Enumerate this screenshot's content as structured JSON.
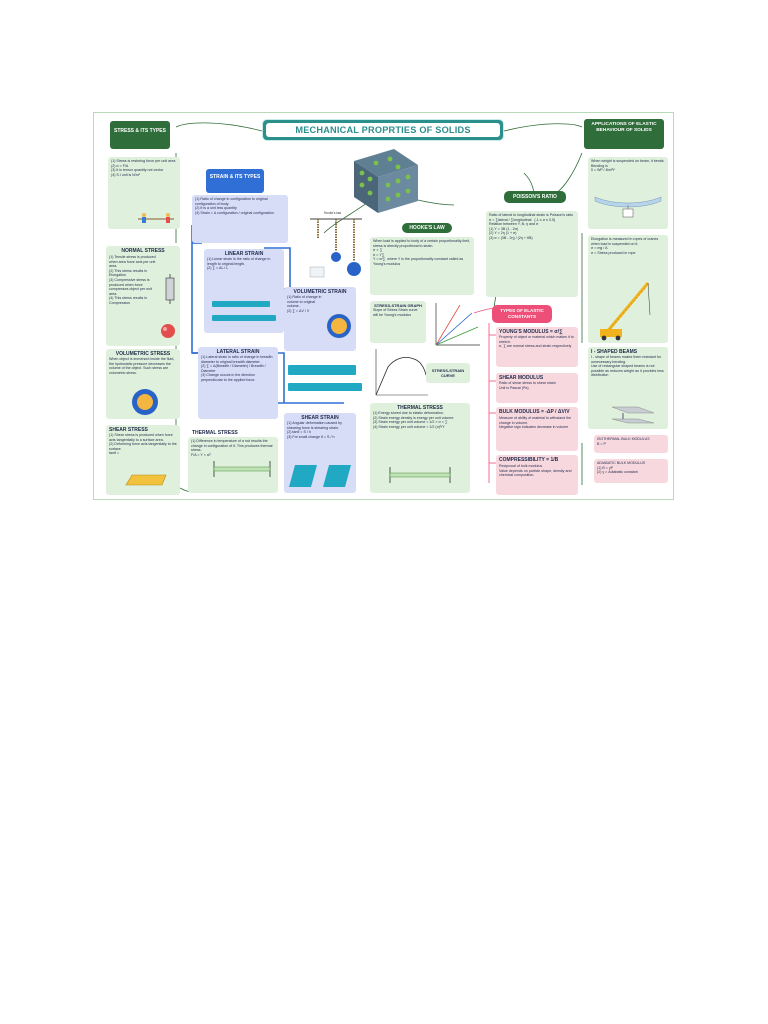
{
  "title": "MECHANICAL PROPRTIES OF SOLIDS",
  "stress_types": {
    "header": "STRESS & ITS TYPES",
    "text": "(1) Stress is restoring force per unit area\n(2) σ = F/A\n(3) It is tensor quantity not vector\n(4) S.I unit is N/m²"
  },
  "normal_stress": {
    "header": "NORMAL STRESS",
    "text": "(1) Tensile stress is produced when area force acts per unit area.\n(2) This stress results in Elongation\n(3) Compressive stress is produced when force compresses object per unit area.\n(4) This stress results in Compression"
  },
  "volumetric_stress": {
    "header": "VOLUMETRIC STRESS",
    "text": "When object is immersed inside the fluid, the hydrostatic pressure decreases the volume of the object. Such stress are volumetric stress."
  },
  "shear_stress": {
    "header": "SHEAR STRESS",
    "text": "(1) Shear stress is produced when force acts tangentially to a surface area.\n(2) Deforming force acts tangentially to the surface\ntanθ = "
  },
  "strain_types": {
    "header": "STRAIN & ITS TYPES",
    "text": "(1) Ratio of change in configuration to original configuration of body.\n(2) It is a unit less quantity\n(3) Strain = Δ configuration / original configuration"
  },
  "linear_strain": {
    "header": "LINEAR STRAIN",
    "text": "(1) Linear strain is the ratio of change in length to original length.\n(2) ∑ = ΔL / L"
  },
  "lateral_strain": {
    "header": "LATERAL STRAIN",
    "text": "(1) Lateral strain is ratio of change in breadth diameter to original breadth diameter.\n(2) ∑ = Δ(Breadth / Diameter) / Breadth / Diameter\n(3) Change occurs in the direction perpendicular to the applied force."
  },
  "volumetric_strain": {
    "header": "VOLUMETRIC STRAIN",
    "text": "(1) Ratio of change in volume to original volume.\n(2) ∑ = ΔV / V"
  },
  "shear_strain": {
    "header": "SHEAR STRAIN",
    "text": "(1) Angular deformation caused by shearing force is shearing strain.\n(2) tanθ = S / h\n(3) For small change θ = S / h"
  },
  "thermal_stress": {
    "header": "THERMAL STRESS",
    "text": "(1) Difference in temperature of a rod results the change in configuration of it. This produces thermal stress.\nF/A = Y × αT"
  },
  "thermal_stress_2": {
    "header": "THERMAL STRESS",
    "text": "(1) Energy stored due to elastic deformation.\n(2) Strain energy density is energy per unit volume.\n(3) Strain energy per unit volume = 1/2 × σ × ∑\n(4) Strain energy per unit volume = 1/2 (σ)²/Y"
  },
  "hookes_law": {
    "header": "HOOKE'S LAW",
    "caption": "Hooke's law",
    "text": "When load is applied to body of a certain proportionality limit, stress is directly proportional to strain.\nσ ∝ ∑\nσ = Y∑\nY = σ/∑  where Y is the proportionality constant called as Young's modulus"
  },
  "stress_strain_graph": {
    "header": "STRESS-STRAIN GRAPH",
    "text": "Slope of Stress Strain curve will be Young's modulus"
  },
  "stress_strain_curve": {
    "header": "STRESS-STRAIN CURVE"
  },
  "poissons_ratio": {
    "header": "POISSON'S RATIO",
    "text": "Ratio of lateral to longitudinal strain is Poisson's ratio\nσ = ∑lateral / ∑longitudinal   (-1 ≤ σ ≤ 0.5)\nRelation between Y, B, η and σ\n(1) Y = 3B (1 - 2σ)\n(2) Y = 2η (1 + σ)\n(3) σ = (3B - 2η) / (2η + 6B)"
  },
  "elastic_constants": {
    "header": "TYPES OF ELASTIC CONSTANTS"
  },
  "youngs_modulus": {
    "header": "YOUNG'S MODULUS = σ/∑",
    "text": "Property of object or material which makes it to stretch.\nσ, ∑ are normal stress and strain respectively"
  },
  "shear_modulus": {
    "header": "SHEAR MODULUS",
    "text": "Ratio of shear stress to shear strain\nUnit is Pascal (Pa)"
  },
  "bulk_modulus": {
    "header": "BULK MODULUS = -ΔP / ΔV/V",
    "text": "Measure of ability of material to withstand the change in volume.\nNegative sign indicates decrease in volume"
  },
  "compressibility": {
    "header": "COMPRESSIBILITY = 1/B",
    "text": "Reciprocal of bulk modulus\nValue depends on particle shape, density and chemical composition."
  },
  "isothermal": {
    "text": "ISOTHERMAL BULK MODULUS\nB = P"
  },
  "adiabatic": {
    "text": "ADIABATIC BULK MODULUS\n(1) B = γP\n(2) γ = Adiabatic constant"
  },
  "applications": {
    "header": "APPLICATIONS OF ELASTIC BEHAVIOUR OF SOLIDS",
    "beam_text": "When weight is suspended on beam, it bends. Bending is\nδ = Wl³ / 4bd³Y",
    "crane_text": "Elongation is measured in ropes of cranes when load is suspended on it.\nσ = mg / A\nσ = Stress produced in rope"
  },
  "i_beams": {
    "header": "I - SHAPED BEAMS",
    "text": "I - shape of beams makes them resistant for unnecessary bending.\nUse of rectangular shaped beams is not possible as reduces weight as it provides less distribution"
  },
  "colors": {
    "dark_green": "#2f6d3a",
    "blue": "#2f6fd6",
    "pink": "#ee4f78",
    "navy": "#1e2a4a"
  }
}
